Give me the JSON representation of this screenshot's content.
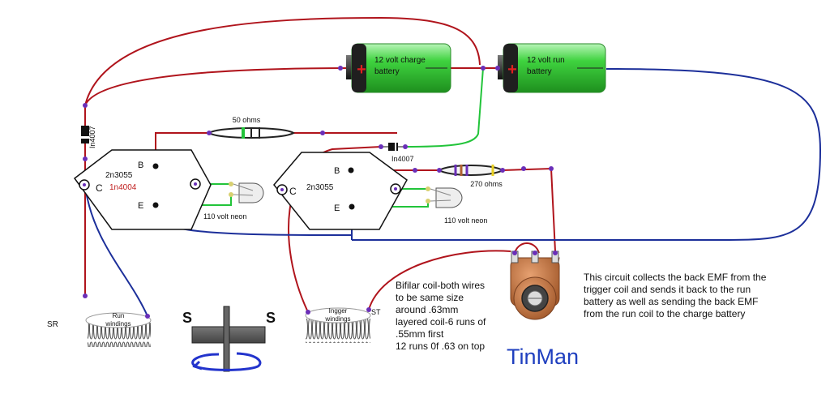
{
  "batteries": {
    "charge": {
      "label_line1": "12 volt charge",
      "label_line2": "battery",
      "plus": "+"
    },
    "run": {
      "label_line1": "12 volt run",
      "label_line2": "battery",
      "plus": "+"
    }
  },
  "resistors": {
    "r1": "50 ohms",
    "r2": "270 ohms"
  },
  "diodes": {
    "d_left": "In4007",
    "d_mid": "In4007",
    "d_transistor": "1n4004"
  },
  "transistors": {
    "left": {
      "part": "2n3055",
      "b": "B",
      "c": "C",
      "e": "E"
    },
    "right": {
      "part": "2n3055",
      "b": "B",
      "c": "C",
      "e": "E"
    }
  },
  "neons": {
    "left": "110 volt neon",
    "right": "110 volt neon"
  },
  "coils": {
    "run": {
      "line1": "Run",
      "line2": "windings",
      "tag": "SR"
    },
    "trigger": {
      "line1": "Ingger",
      "line2": "windings",
      "tag": "ST"
    }
  },
  "magnet": {
    "pole_left": "S",
    "pole_right": "S"
  },
  "notes": {
    "bifilar": [
      "Bifilar coil-both wires",
      "to be same size",
      "around .63mm",
      "layered coil-6 runs of",
      ".55mm first",
      "12 runs 0f .63 on top"
    ],
    "description": [
      "This circuit collects the back EMF from the",
      "trigger coil and sends it back to the run",
      "battery as well as sending the back EMF",
      "from the run coil to the charge battery"
    ]
  },
  "author": "TinMan",
  "colors": {
    "red_wire": "#b0141c",
    "blue_wire": "#1c2f9a",
    "green_wire": "#22c43a",
    "battery_green": "#3fd33f",
    "node": "#6a2fb8",
    "author": "#1f3fbf"
  }
}
